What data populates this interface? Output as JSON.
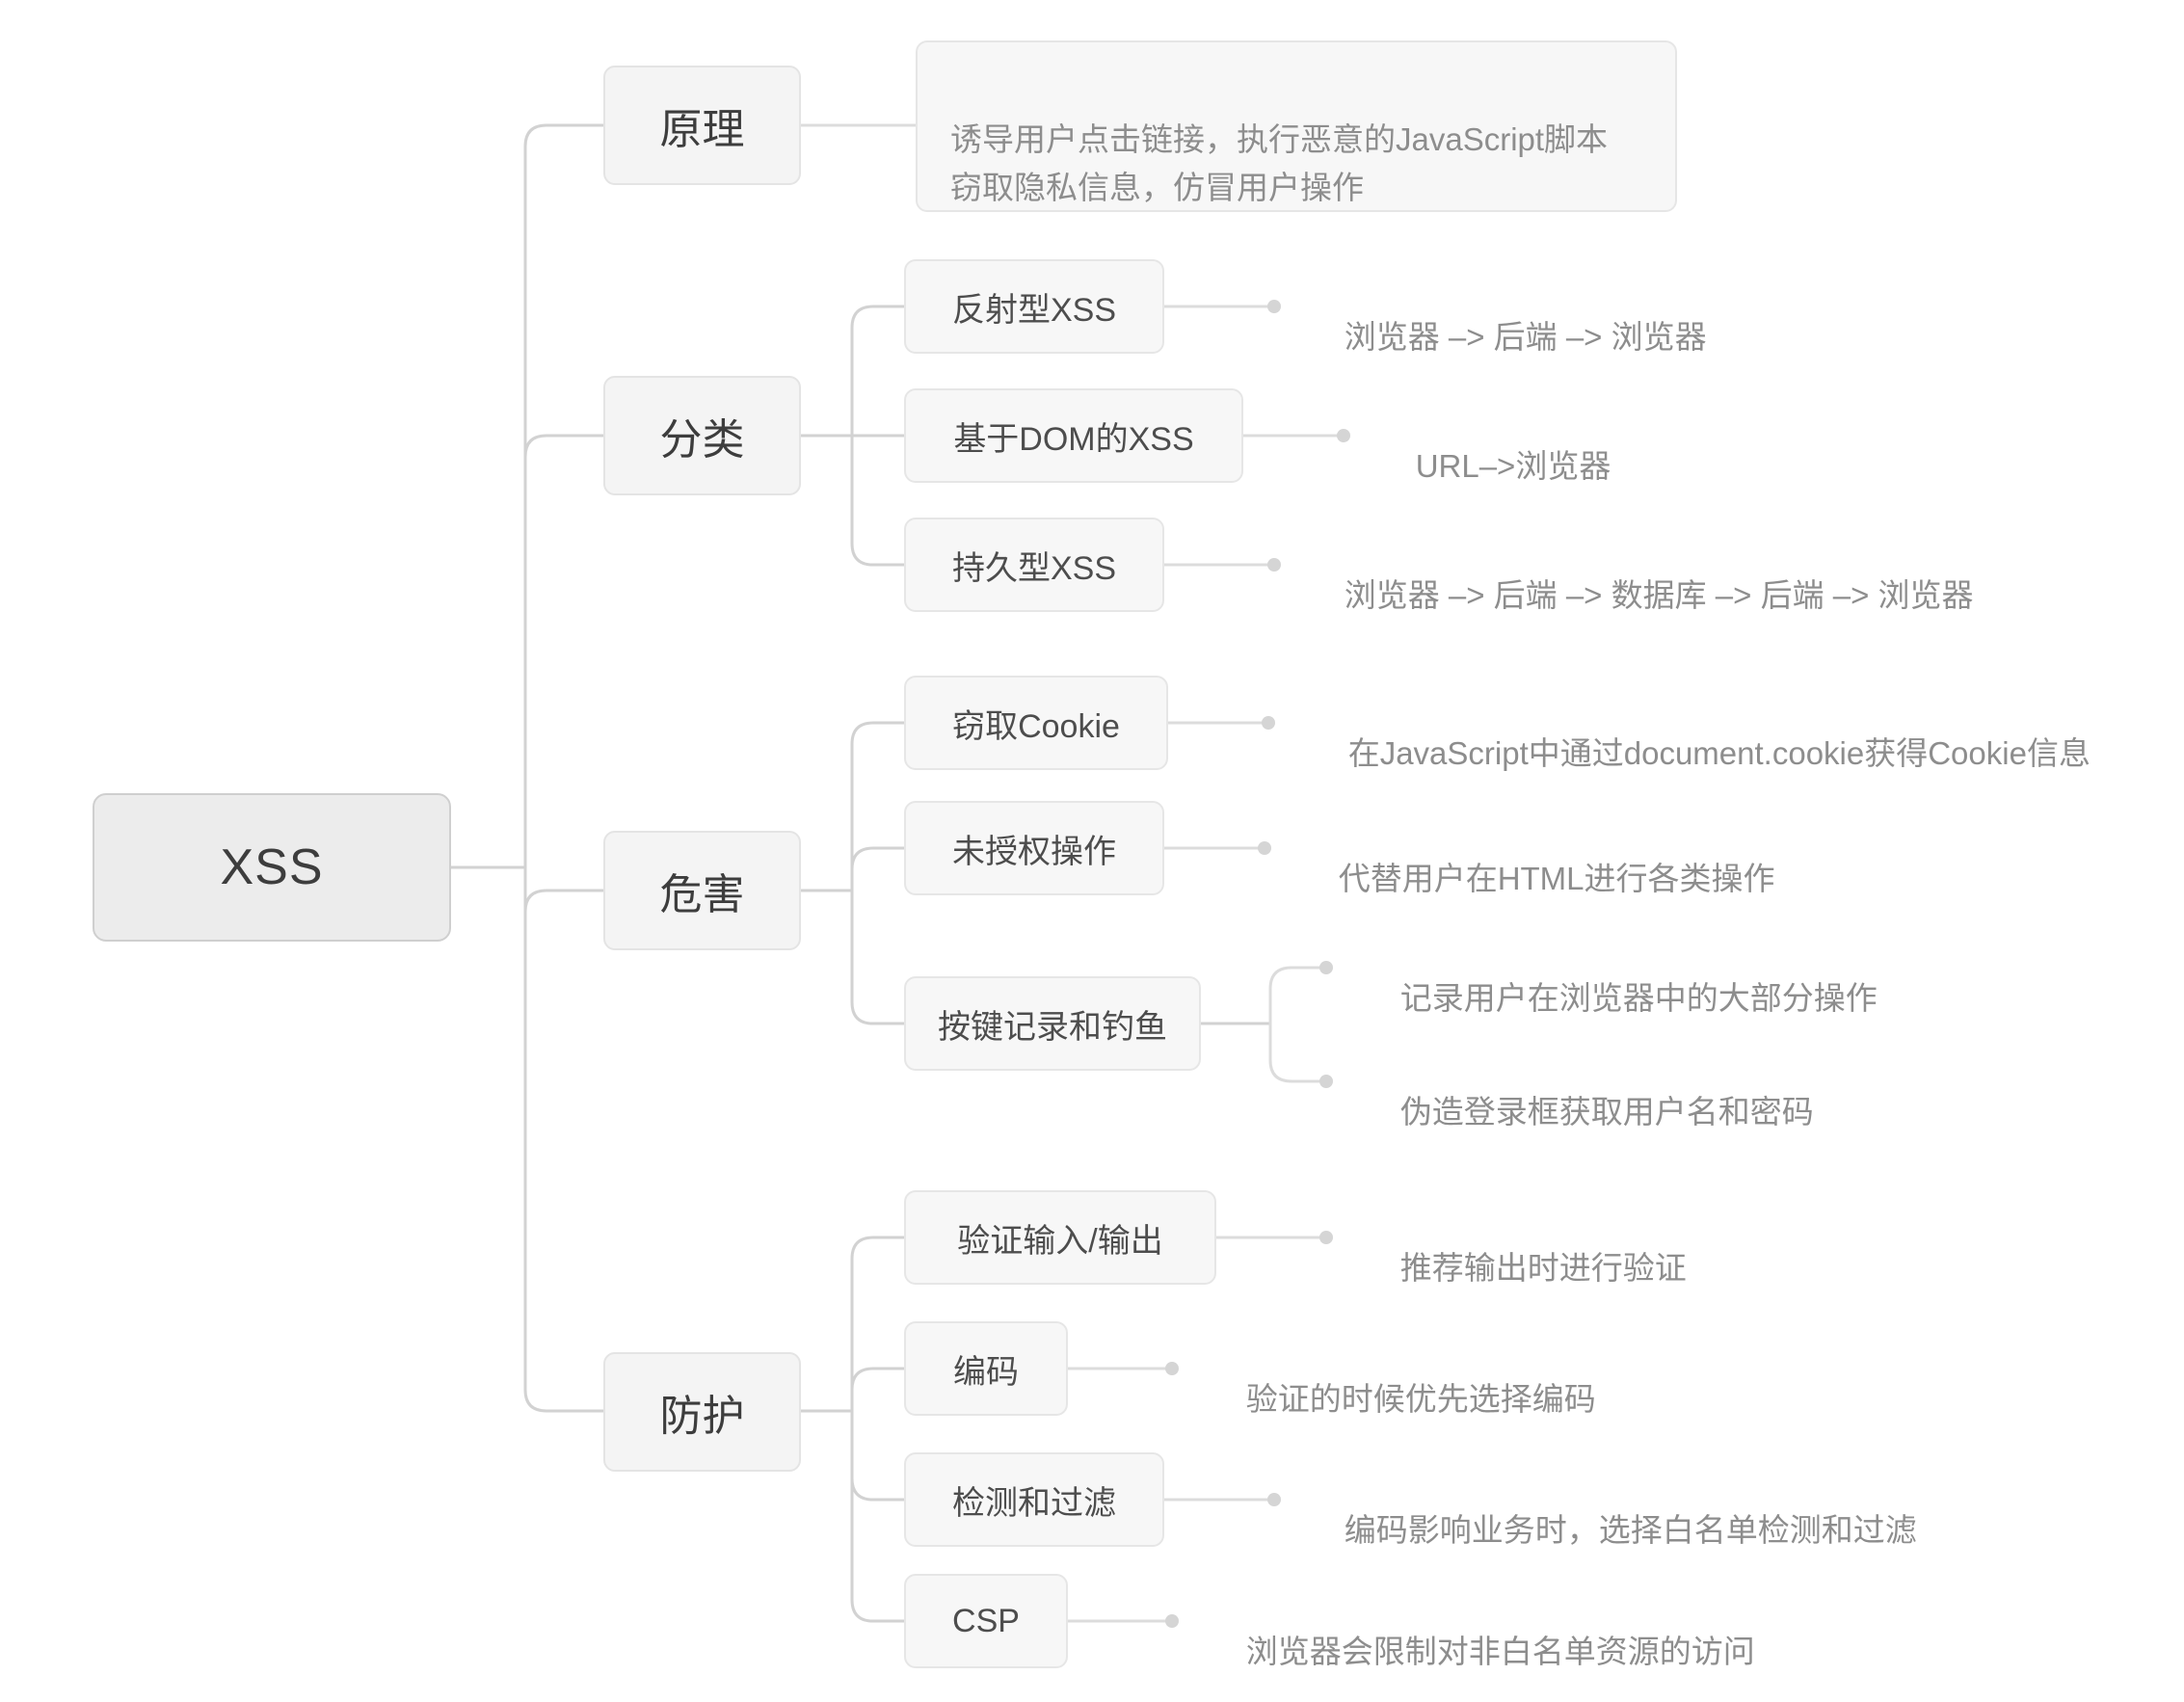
{
  "diagram": {
    "title": "XSS",
    "root": {
      "label": "XSS"
    },
    "branches": [
      {
        "label": "原理",
        "children": [
          {
            "label": "诱导用户点击链接，执行恶意的JavaScript脚本\n窃取隐私信息，仿冒用户操作",
            "kind": "card"
          }
        ]
      },
      {
        "label": "分类",
        "children": [
          {
            "label": "反射型XSS",
            "leaves": [
              "浏览器 –> 后端 –> 浏览器"
            ]
          },
          {
            "label": "基于DOM的XSS",
            "leaves": [
              "URL–>浏览器"
            ]
          },
          {
            "label": "持久型XSS",
            "leaves": [
              "浏览器 –> 后端 –> 数据库 –> 后端 –> 浏览器"
            ]
          }
        ]
      },
      {
        "label": "危害",
        "children": [
          {
            "label": "窃取Cookie",
            "leaves": [
              "在JavaScript中通过document.cookie获得Cookie信息"
            ]
          },
          {
            "label": "未授权操作",
            "leaves": [
              "代替用户在HTML进行各类操作"
            ]
          },
          {
            "label": "按键记录和钓鱼",
            "leaves": [
              "记录用户在浏览器中的大部分操作",
              "伪造登录框获取用户名和密码"
            ]
          }
        ]
      },
      {
        "label": "防护",
        "children": [
          {
            "label": "验证输入/输出",
            "leaves": [
              "推荐输出时进行验证"
            ]
          },
          {
            "label": "编码",
            "leaves": [
              "验证的时候优先选择编码"
            ]
          },
          {
            "label": "检测和过滤",
            "leaves": [
              "编码影响业务时，选择白名单检测和过滤"
            ]
          },
          {
            "label": "CSP",
            "leaves": [
              "浏览器会限制对非白名单资源的访问"
            ]
          }
        ]
      }
    ],
    "colors": {
      "root_fill": "#ececec",
      "root_border": "#cfcfcf",
      "node_fill": "#f7f7f7",
      "node_border": "#e6e6e6",
      "connector": "#d8d8d8",
      "node_text": "#3d3d3d",
      "leaf_text": "#8d8d8d",
      "background": "#ffffff"
    }
  }
}
